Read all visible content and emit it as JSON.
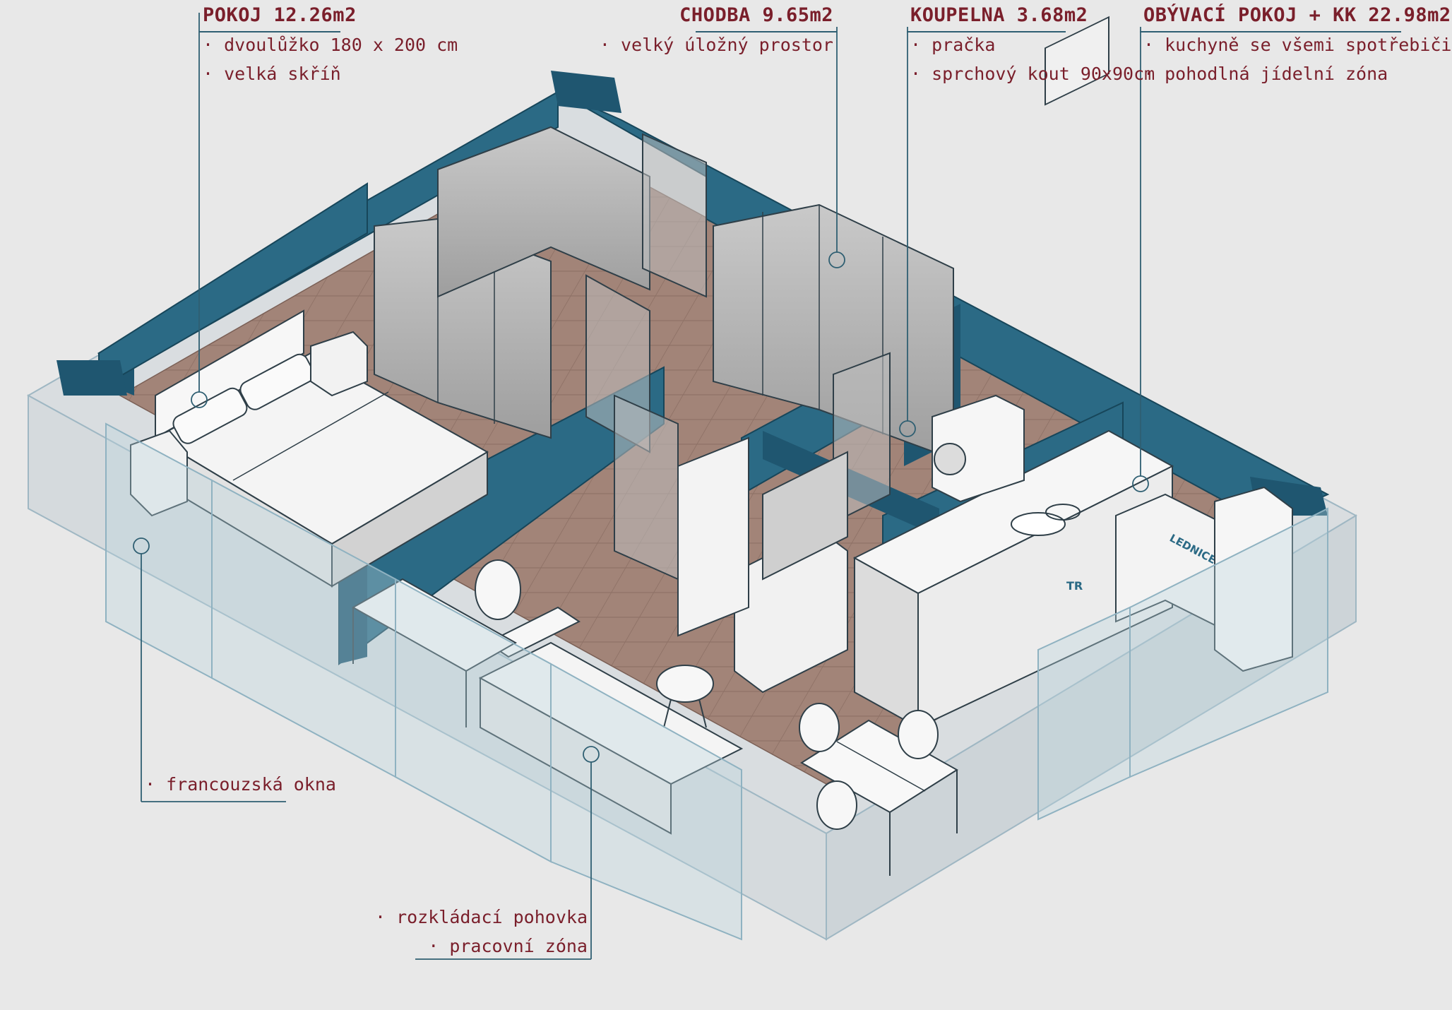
{
  "rooms": [
    {
      "title": "POKOJ 12.26m2",
      "items": [
        "· dvoulůžko 180 x 200 cm",
        "· velká skříň"
      ]
    },
    {
      "title": "CHODBA 9.65m2",
      "items": [
        "· velký úložný prostor"
      ]
    },
    {
      "title": "KOUPELNA 3.68m2",
      "items": [
        "· pračka",
        "· sprchový kout 90x90cm"
      ]
    },
    {
      "title": "OBÝVACÍ POKOJ + KK 22.98m2",
      "items": [
        "· kuchyně se všemi spotřebiči",
        "· pohodlná jídelní zóna"
      ]
    }
  ],
  "callouts": {
    "windows": "· francouzská okna",
    "sofa": [
      "· rozkládací pohovka",
      "· pracovní zóna"
    ]
  },
  "appliances": {
    "fridge_label": "LEDNICE",
    "oven_label": "TR"
  },
  "colors": {
    "wall": "#2b6a85",
    "wall_dark": "#1f5670",
    "floor": "#a18377",
    "accent": "#7a1f2b",
    "glass": "#b9d3de",
    "line": "#2f5f72"
  }
}
